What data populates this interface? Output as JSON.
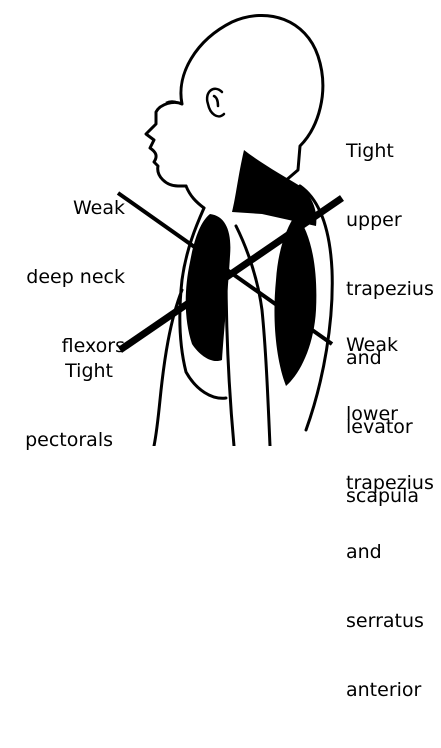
{
  "labels": {
    "weak_deep_neck_flexors": [
      "Weak",
      "deep neck",
      "flexors"
    ],
    "tight_upper_trapezius": [
      "Tight",
      "upper",
      "trapezius",
      "and",
      "levator",
      "scapula"
    ],
    "tight_pectorals": [
      "Tight",
      "pectorals"
    ],
    "weak_lower_trapezius": [
      "Weak",
      "lower",
      "trapezius",
      "and",
      "serratus",
      "anterior"
    ]
  },
  "colors": {
    "ink": "#000000",
    "background": "#ffffff"
  }
}
